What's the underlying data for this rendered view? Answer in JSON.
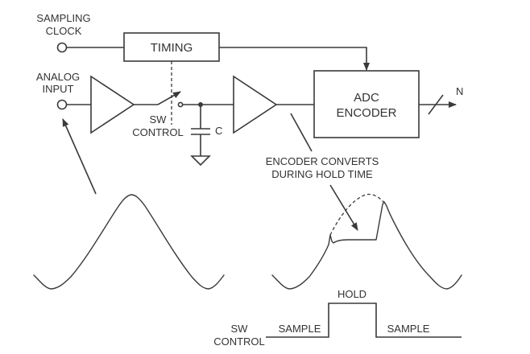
{
  "labels": {
    "sampling_clock_line1": "SAMPLING",
    "sampling_clock_line2": "CLOCK",
    "timing": "TIMING",
    "analog_input_line1": "ANALOG",
    "analog_input_line2": "INPUT",
    "sw_control_line1": "SW",
    "sw_control_line2": "CONTROL",
    "capacitor": "C",
    "adc_line1": "ADC",
    "adc_line2": "ENCODER",
    "output_bits": "N",
    "annotation_line1": "ENCODER CONVERTS",
    "annotation_line2": "DURING HOLD TIME",
    "hold": "HOLD",
    "sample_left": "SAMPLE",
    "sample_right": "SAMPLE",
    "timing_sw_line1": "SW",
    "timing_sw_line2": "CONTROL"
  },
  "colors": {
    "ink": "#3a3a3a",
    "text": "#333333",
    "background": "#ffffff"
  }
}
